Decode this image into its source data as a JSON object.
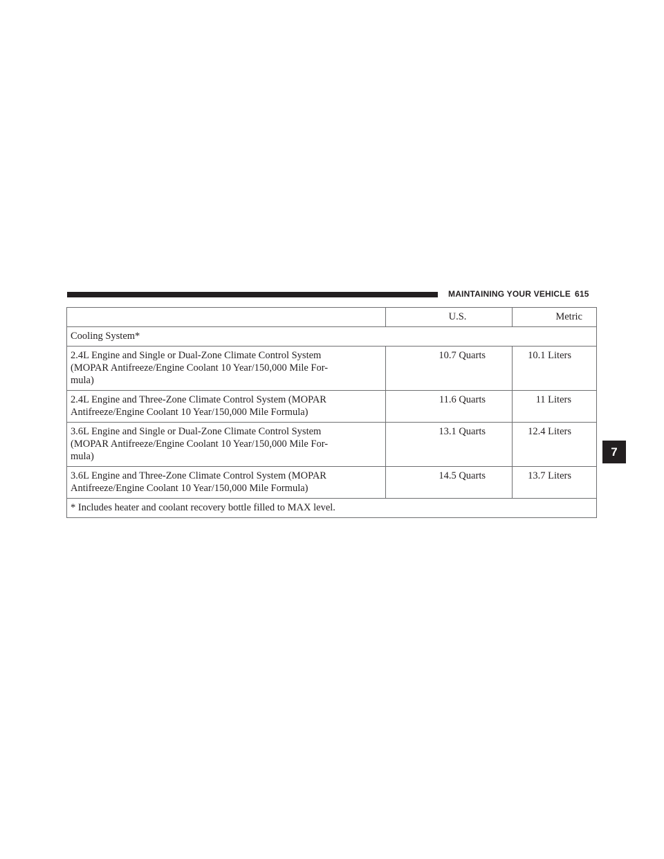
{
  "header": {
    "title": "MAINTAINING YOUR VEHICLE",
    "page_number": "615"
  },
  "chapter_tab": "7",
  "table": {
    "columns": [
      "",
      "U.S.",
      "Metric"
    ],
    "section_title": "Cooling System*",
    "rows": [
      {
        "desc_line1": "2.4L Engine and Single or Dual-Zone Climate Control System",
        "desc_line2": "(MOPAR Antifreeze/Engine Coolant 10 Year/150,000 Mile For-",
        "desc_line3": "mula)",
        "us": "10.7 Quarts",
        "metric": "10.1 Liters"
      },
      {
        "desc_line1": "2.4L Engine and Three-Zone Climate Control System (MOPAR",
        "desc_line2": "Antifreeze/Engine Coolant 10 Year/150,000 Mile Formula)",
        "us": "11.6 Quarts",
        "metric": "11 Liters"
      },
      {
        "desc_line1": "3.6L Engine and Single or Dual-Zone Climate Control System",
        "desc_line2": "(MOPAR Antifreeze/Engine Coolant 10 Year/150,000 Mile For-",
        "desc_line3": "mula)",
        "us": "13.1 Quarts",
        "metric": "12.4 Liters"
      },
      {
        "desc_line1": "3.6L Engine and Three-Zone Climate Control System (MOPAR",
        "desc_line2": "Antifreeze/Engine Coolant 10 Year/150,000 Mile Formula)",
        "us": "14.5 Quarts",
        "metric": "13.7 Liters"
      }
    ],
    "footnote": "* Includes heater and coolant recovery bottle filled to MAX level."
  }
}
